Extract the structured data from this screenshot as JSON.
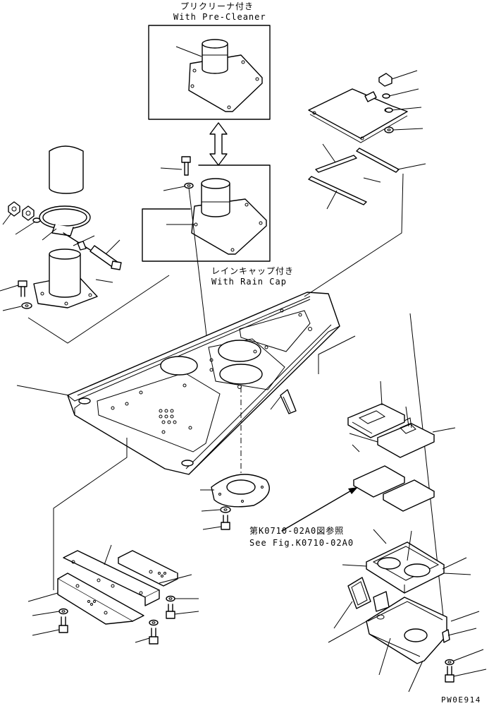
{
  "labels": {
    "pre_cleaner_jp": "プリクリーナ付き",
    "pre_cleaner_en": "With Pre-Cleaner",
    "rain_cap_jp": "レインキャップ付き",
    "rain_cap_en": "With Rain Cap",
    "see_fig_jp": "第K0710-02A0図参照",
    "see_fig_en": "See Fig.K0710-02A0",
    "drawing_code": "PW0E914"
  }
}
